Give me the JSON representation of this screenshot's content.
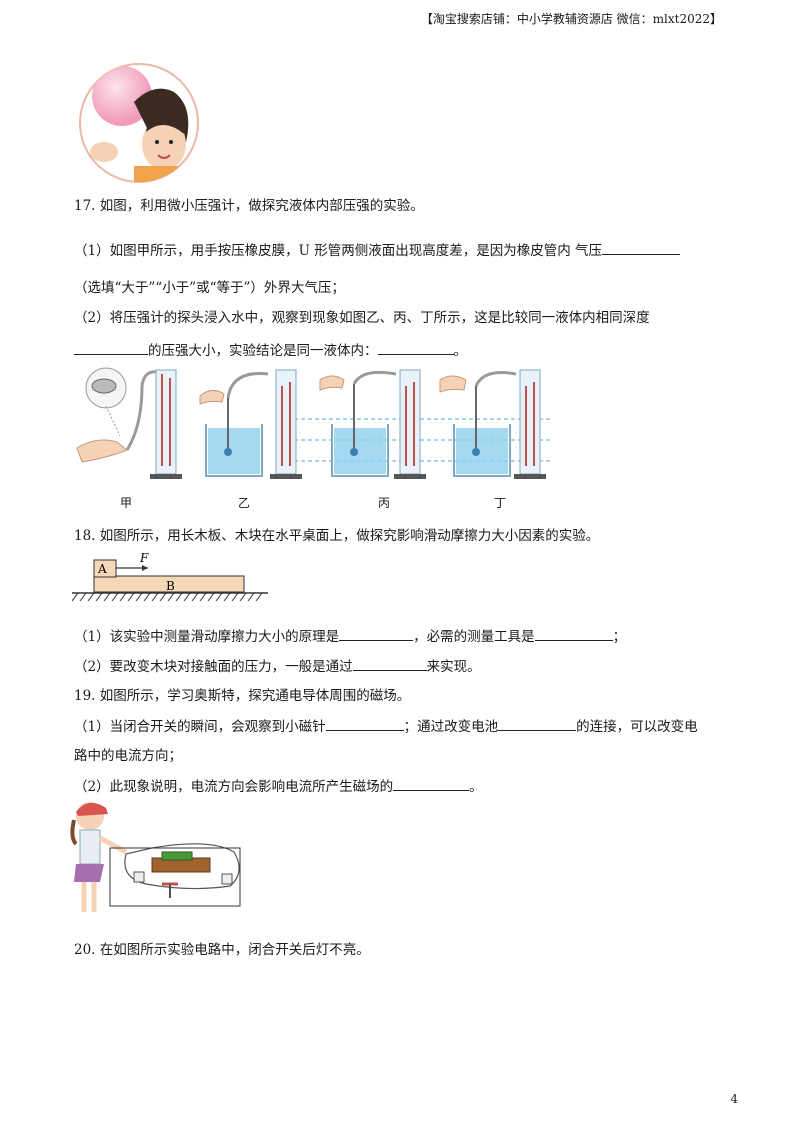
{
  "header": {
    "shop": "【淘宝搜索店铺：中小学教辅资源店  微信：mlxt2022】"
  },
  "q17": {
    "stem": "17. 如图，利用微小压强计，做探究液体内部压强的实验。",
    "p1_a": "（1）如图甲所示，用手按压橡皮膜，U 形管两侧液面出现高度差，是因为橡皮管内    气压",
    "p1_b": "（选填“大于”“小于”或“等于”）外界大气压；",
    "p2_a": "（2）将压强计的探头浸入水中，观察到现象如图乙、丙、丁所示，这是比较同一液体内相同深度",
    "p2_b1": "的压强大小，实验结论是同一液体内：",
    "p2_b2": "。",
    "fig_labels": [
      "甲",
      "乙",
      "丙",
      "丁"
    ]
  },
  "q18": {
    "stem": "18. 如图所示，用长木板、木块在水平桌面上，做探究影响滑动摩擦力大小因素的实验。",
    "fig": {
      "block_a": "A",
      "board_b": "B",
      "force": "F"
    },
    "p1_a": "（1）该实验中测量滑动摩擦力大小的原理是",
    "p1_b": "，必需的测量工具是",
    "p1_c": "；",
    "p2_a": "（2）要改变木块对接触面的压力，一般是通过",
    "p2_b": "来实现。"
  },
  "q19": {
    "stem": "19. 如图所示，学习奥斯特，探究通电导体周围的磁场。",
    "p1_a": "（1）当闭合开关的瞬间，会观察到小磁针",
    "p1_b": "；通过改变电池",
    "p1_c": "的连接，可以改变电",
    "p1_d": "路中的电流方向；",
    "p2_a": "（2）此现象说明，电流方向会影响电流所产生磁场的",
    "p2_b": "。"
  },
  "q20": {
    "stem": "20. 在如图所示实验电路中，闭合开关后灯不亮。"
  },
  "page": {
    "number": "4"
  }
}
